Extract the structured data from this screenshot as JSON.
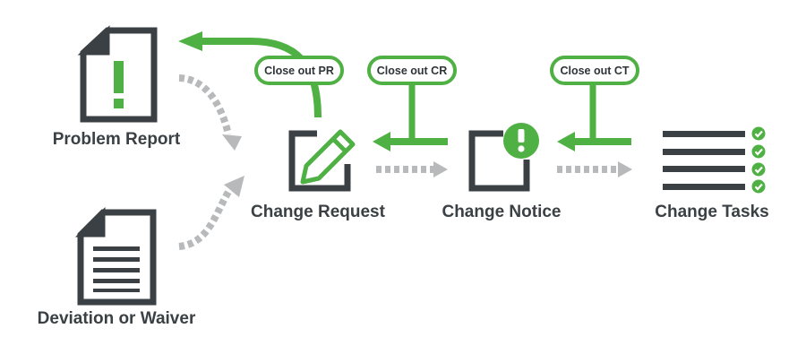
{
  "colors": {
    "green": "#4fb043",
    "dark": "#3a4044",
    "dotted_gray": "#b7b9bb"
  },
  "nodes": {
    "problem_report": {
      "label": "Problem Report",
      "icon": "problem-report-document-icon"
    },
    "deviation_or_waiver": {
      "label": "Deviation or Waiver",
      "icon": "lined-document-icon"
    },
    "change_request": {
      "label": "Change Request",
      "icon": "edit-pencil-icon"
    },
    "change_notice": {
      "label": "Change Notice",
      "icon": "alert-notice-icon"
    },
    "change_tasks": {
      "label": "Change Tasks",
      "icon": "task-checklist-icon"
    }
  },
  "callouts": {
    "close_out_pr": "Close out PR",
    "close_out_cr": "Close out CR",
    "close_out_ct": "Close out CT"
  }
}
